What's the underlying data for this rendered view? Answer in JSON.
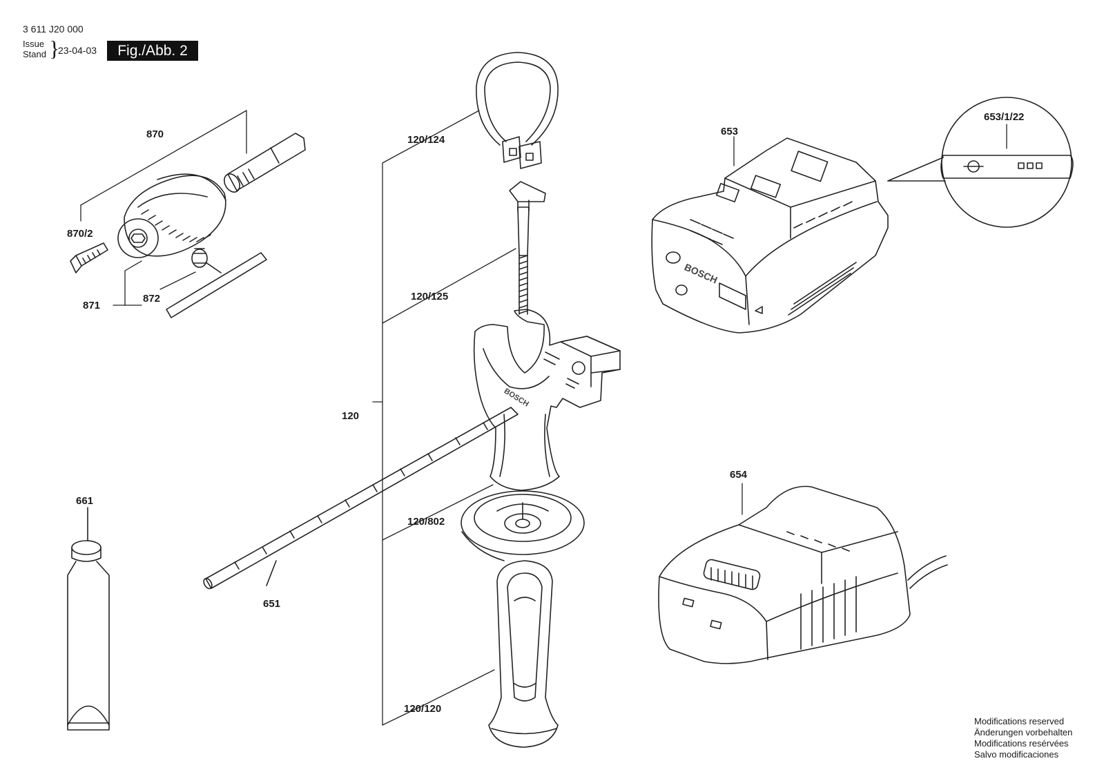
{
  "header": {
    "doc_number": "3 611 J20 000",
    "issue_label": "Issue",
    "stand_label": "Stand",
    "date": "23-04-03",
    "figure_label": "Fig./Abb. 2"
  },
  "callouts": {
    "c870": "870",
    "c870_2": "870/2",
    "c871": "871",
    "c872": "872",
    "c661": "661",
    "c120": "120",
    "c120_124": "120/124",
    "c120_125": "120/125",
    "c120_802": "120/802",
    "c120_120": "120/120",
    "c651": "651",
    "c653": "653",
    "c653_1_22": "653/1/22",
    "c654": "654"
  },
  "brand_marks": {
    "handle": "BOSCH",
    "battery": "BOSCH"
  },
  "notes": [
    "Modifications reserved",
    "Änderungen vorbehalten",
    "Modifications resérvées",
    "Salvo modificaciones"
  ]
}
